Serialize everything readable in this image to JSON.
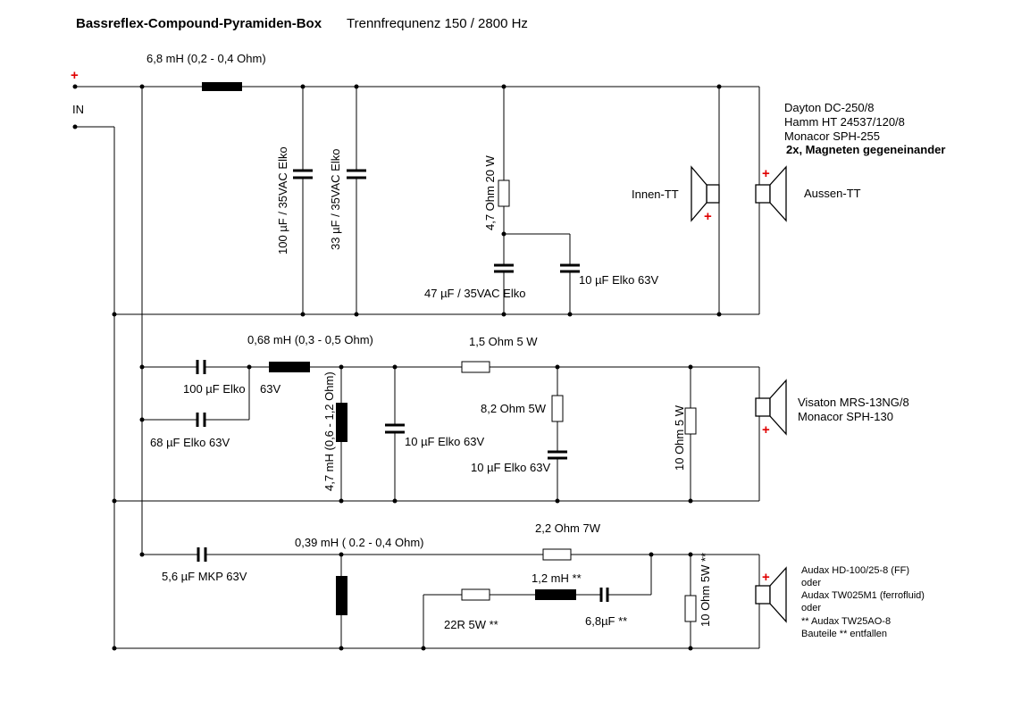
{
  "title": "Bassreflex-Compound-Pyramiden-Box",
  "subtitle": "Trennfrequnenz 150 / 2800 Hz",
  "input": {
    "plus": "+",
    "label": "IN"
  },
  "woofer": {
    "choke": "6,8 mH (0,2 - 0,4 Ohm)",
    "cap1": "100 µF / 35VAC Elko",
    "cap2": "33 µF / 35VAC Elko",
    "resistor": "4,7 Ohm 20 W",
    "cap3": "47 µF / 35VAC Elko",
    "cap4": "10 µF Elko 63V",
    "inner_label": "Innen-TT",
    "outer_label": "Aussen-TT",
    "drivers": [
      "Dayton DC-250/8",
      "Hamm HT 24537/120/8",
      "Monacor SPH-255"
    ],
    "note": "2x, Magneten gegeneinander",
    "plus": "+"
  },
  "mid": {
    "cap1_a": "100 µF Elko",
    "cap1_b": "63V",
    "cap2": "68 µF  Elko 63V",
    "choke": "0,68 mH (0,3 -  0,5 Ohm)",
    "choke2": "4,7 mH (0,6 - 1,2 Ohm)",
    "cap3": "10 µF Elko 63V",
    "res_series": "1,5 Ohm 5 W",
    "res_shunt": "8,2 Ohm 5W",
    "cap4": "10 µF Elko 63V",
    "res_load": "10 Ohm 5 W",
    "drivers": [
      "Visaton MRS-13NG/8",
      "Monacor SPH-130"
    ],
    "plus": "+"
  },
  "tweeter": {
    "cap1": "5,6 µF MKP 63V",
    "choke": "0,39 mH ( 0.2 - 0,4 Ohm)",
    "res1": "2,2 Ohm 7W",
    "choke2": "1,2 mH **",
    "res2": "22R 5W **",
    "cap2": "6,8µF **",
    "res_load": "10 Ohm 5W **",
    "drivers": [
      "Audax HD-100/25-8 (FF)",
      "oder",
      "Audax TW025M1 (ferrofluid)",
      "oder",
      "** Audax TW25AO-8",
      "Bauteile ** entfallen"
    ],
    "plus": "+"
  }
}
